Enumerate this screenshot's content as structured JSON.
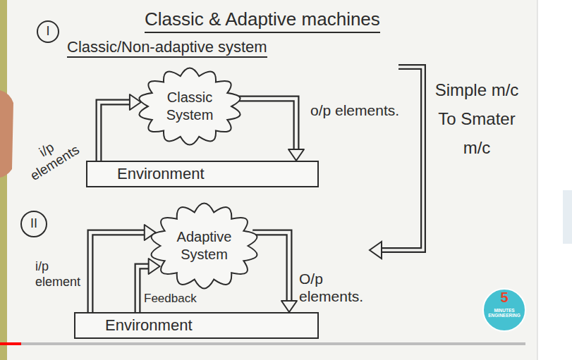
{
  "diagram": {
    "title": "Classic & Adaptive machines",
    "nodes": [
      {
        "text": [
          "Classic System"
        ]
      },
      {
        "text": [
          "Environment"
        ]
      },
      {
        "text": [
          "Adaptive System"
        ]
      },
      {
        "text": [
          "Environment"
        ]
      }
    ],
    "edges": [
      {
        "from": 1,
        "to": 0,
        "arrow": "to",
        "label": "i/p elements"
      },
      {
        "from": 0,
        "to": 1,
        "arrow": "to",
        "label": "o/p elements."
      },
      {
        "from": 3,
        "to": 2,
        "arrow": "to",
        "label": "i/p element"
      },
      {
        "from": 3,
        "to": 2,
        "arrow": "to",
        "label": "Feedback"
      },
      {
        "from": 2,
        "to": 3,
        "arrow": "to",
        "label": "O/p elements."
      }
    ],
    "labels": [
      "I",
      "Classic/Non-adaptive system",
      "Simple m/c To Smater m/c",
      "II",
      "5",
      "MINUTES ENGINEERING"
    ]
  }
}
